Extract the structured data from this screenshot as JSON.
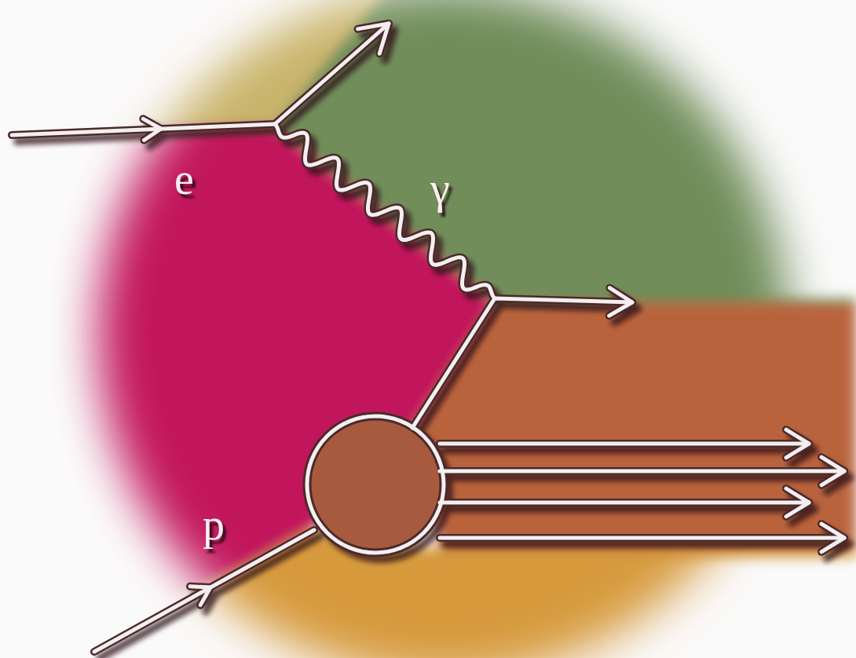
{
  "diagram": {
    "labels": [
      "e",
      "γ",
      "p"
    ]
  }
}
